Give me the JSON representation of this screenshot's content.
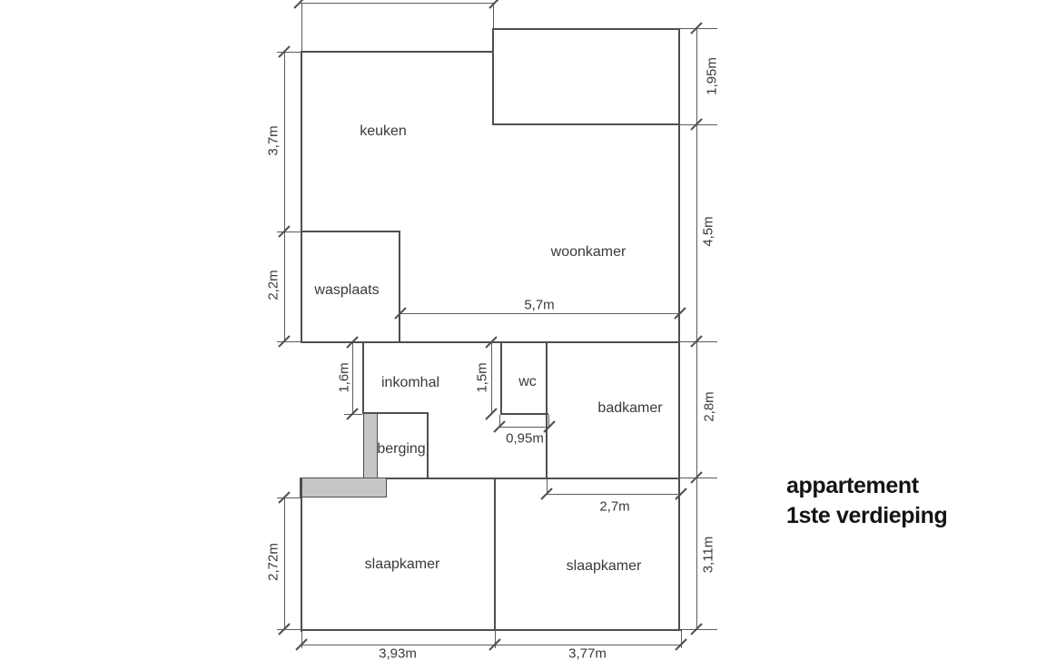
{
  "title": {
    "line1": "appartement",
    "line2": "1ste verdieping"
  },
  "rooms": {
    "keuken": "keuken",
    "woonkamer": "woonkamer",
    "wasplaats": "wasplaats",
    "inkomhal": "inkomhal",
    "wc": "wc",
    "badkamer": "badkamer",
    "berging": "berging",
    "slaapkamer_links": "slaapkamer",
    "slaapkamer_rechts": "slaapkamer"
  },
  "dimensions": {
    "keuken_height": "3,7m",
    "wasplaats_height": "2,2m",
    "uitbouw_height": "1,95m",
    "woonkamer_height": "4,5m",
    "woonkamer_width": "5,7m",
    "inkomhal_height": "1,6m",
    "wc_height": "1,5m",
    "wc_width": "0,95m",
    "badkamer_height": "2,8m",
    "badkamer_width": "2,7m",
    "slaapkamer_links_height": "2,72m",
    "slaapkamer_rechts_height": "3,11m",
    "slaapkamer_links_width": "3,93m",
    "slaapkamer_rechts_width": "3,77m"
  },
  "colors": {
    "wall": "#4e4e4e",
    "dimline": "#5c5c5c",
    "text": "#3a3a3a",
    "fill": "#c6c6c6",
    "title": "#141414",
    "background": "#ffffff"
  }
}
